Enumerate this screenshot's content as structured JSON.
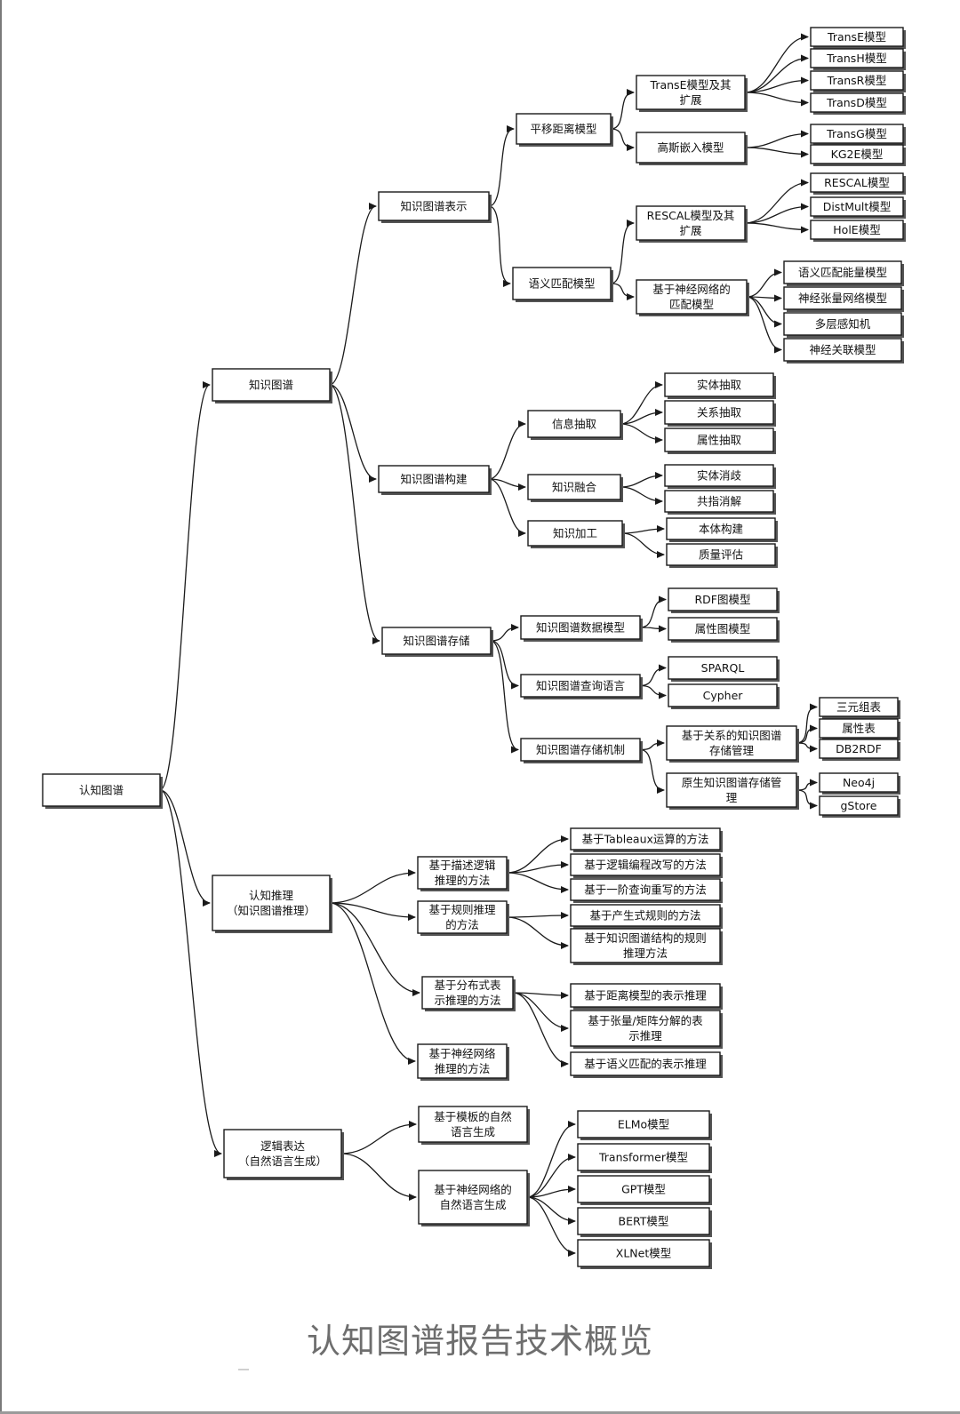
{
  "caption": "认知图谱报告技术概览",
  "nodes": {
    "root": {
      "lines": [
        "认知图谱"
      ]
    },
    "kg": {
      "lines": [
        "知识图谱"
      ]
    },
    "kg_rep": {
      "lines": [
        "知识图谱表示"
      ]
    },
    "translational": {
      "lines": [
        "平移距离模型"
      ]
    },
    "transe_ext": {
      "lines": [
        "TransE模型及其",
        "扩展"
      ]
    },
    "transe": {
      "lines": [
        "TransE模型"
      ]
    },
    "transh": {
      "lines": [
        "TransH模型"
      ]
    },
    "transr": {
      "lines": [
        "TransR模型"
      ]
    },
    "transd": {
      "lines": [
        "TransD模型"
      ]
    },
    "gaussian": {
      "lines": [
        "高斯嵌入模型"
      ]
    },
    "transg": {
      "lines": [
        "TransG模型"
      ]
    },
    "kg2e": {
      "lines": [
        "KG2E模型"
      ]
    },
    "semantic": {
      "lines": [
        "语义匹配模型"
      ]
    },
    "rescal_ext": {
      "lines": [
        "RESCAL模型及其",
        "扩展"
      ]
    },
    "rescal": {
      "lines": [
        "RESCAL模型"
      ]
    },
    "distmult": {
      "lines": [
        "DistMult模型"
      ]
    },
    "hole": {
      "lines": [
        "HolE模型"
      ]
    },
    "nn_match": {
      "lines": [
        "基于神经网络的",
        "匹配模型"
      ]
    },
    "sme": {
      "lines": [
        "语义匹配能量模型"
      ]
    },
    "ntn": {
      "lines": [
        "神经张量网络模型"
      ]
    },
    "mlp": {
      "lines": [
        "多层感知机"
      ]
    },
    "nam": {
      "lines": [
        "神经关联模型"
      ]
    },
    "kg_build": {
      "lines": [
        "知识图谱构建"
      ]
    },
    "extract": {
      "lines": [
        "信息抽取"
      ]
    },
    "entity_ex": {
      "lines": [
        "实体抽取"
      ]
    },
    "rel_ex": {
      "lines": [
        "关系抽取"
      ]
    },
    "attr_ex": {
      "lines": [
        "属性抽取"
      ]
    },
    "fusion": {
      "lines": [
        "知识融合"
      ]
    },
    "disamb": {
      "lines": [
        "实体消歧"
      ]
    },
    "coref": {
      "lines": [
        "共指消解"
      ]
    },
    "process": {
      "lines": [
        "知识加工"
      ]
    },
    "ontology": {
      "lines": [
        "本体构建"
      ]
    },
    "quality": {
      "lines": [
        "质量评估"
      ]
    },
    "kg_store": {
      "lines": [
        "知识图谱存储"
      ]
    },
    "data_model": {
      "lines": [
        "知识图谱数据模型"
      ]
    },
    "rdf_model": {
      "lines": [
        "RDF图模型"
      ]
    },
    "prop_model": {
      "lines": [
        "属性图模型"
      ]
    },
    "query_lang": {
      "lines": [
        "知识图谱查询语言"
      ]
    },
    "sparql": {
      "lines": [
        "SPARQL"
      ]
    },
    "cypher": {
      "lines": [
        "Cypher"
      ]
    },
    "store_mech": {
      "lines": [
        "知识图谱存储机制"
      ]
    },
    "rel_store": {
      "lines": [
        "基于关系的知识图谱",
        "存储管理"
      ]
    },
    "triple": {
      "lines": [
        "三元组表"
      ]
    },
    "prop_table": {
      "lines": [
        "属性表"
      ]
    },
    "db2rdf": {
      "lines": [
        "DB2RDF"
      ]
    },
    "native_store": {
      "lines": [
        "原生知识图谱存储管",
        "理"
      ]
    },
    "neo4j": {
      "lines": [
        "Neo4j"
      ]
    },
    "gstore": {
      "lines": [
        "gStore"
      ]
    },
    "reasoning": {
      "lines": [
        "认知推理",
        "（知识图谱推理）"
      ]
    },
    "dl": {
      "lines": [
        "基于描述逻辑",
        "推理的方法"
      ]
    },
    "tableaux": {
      "lines": [
        "基于Tableaux运算的方法"
      ]
    },
    "logic_prog": {
      "lines": [
        "基于逻辑编程改写的方法"
      ]
    },
    "fo_query": {
      "lines": [
        "基于一阶查询重写的方法"
      ]
    },
    "rule": {
      "lines": [
        "基于规则推理",
        "的方法"
      ]
    },
    "production": {
      "lines": [
        "基于产生式规则的方法"
      ]
    },
    "kg_struct": {
      "lines": [
        "基于知识图谱结构的规则",
        "推理方法"
      ]
    },
    "distributed": {
      "lines": [
        "基于分布式表",
        "示推理的方法"
      ]
    },
    "dist_model": {
      "lines": [
        "基于距离模型的表示推理"
      ]
    },
    "tensor": {
      "lines": [
        "基于张量/矩阵分解的表",
        "示推理"
      ]
    },
    "sem_match": {
      "lines": [
        "基于语义匹配的表示推理"
      ]
    },
    "nn_reason": {
      "lines": [
        "基于神经网络",
        "推理的方法"
      ]
    },
    "logic_expr": {
      "lines": [
        "逻辑表达",
        "（自然语言生成）"
      ]
    },
    "template": {
      "lines": [
        "基于模板的自然",
        "语言生成"
      ]
    },
    "nn_nlg": {
      "lines": [
        "基于神经网络的",
        "自然语言生成"
      ]
    },
    "elmo": {
      "lines": [
        "ELMo模型"
      ]
    },
    "transformer": {
      "lines": [
        "Transformer模型"
      ]
    },
    "gpt": {
      "lines": [
        "GPT模型"
      ]
    },
    "bert": {
      "lines": [
        "BERT模型"
      ]
    },
    "xlnet": {
      "lines": [
        "XLNet模型"
      ]
    }
  },
  "edges": [
    [
      "root",
      "kg"
    ],
    [
      "root",
      "reasoning"
    ],
    [
      "root",
      "logic_expr"
    ],
    [
      "kg",
      "kg_rep"
    ],
    [
      "kg",
      "kg_build"
    ],
    [
      "kg",
      "kg_store"
    ],
    [
      "kg_rep",
      "translational"
    ],
    [
      "kg_rep",
      "semantic"
    ],
    [
      "translational",
      "transe_ext"
    ],
    [
      "translational",
      "gaussian"
    ],
    [
      "transe_ext",
      "transe"
    ],
    [
      "transe_ext",
      "transh"
    ],
    [
      "transe_ext",
      "transr"
    ],
    [
      "transe_ext",
      "transd"
    ],
    [
      "gaussian",
      "transg"
    ],
    [
      "gaussian",
      "kg2e"
    ],
    [
      "semantic",
      "rescal_ext"
    ],
    [
      "semantic",
      "nn_match"
    ],
    [
      "rescal_ext",
      "rescal"
    ],
    [
      "rescal_ext",
      "distmult"
    ],
    [
      "rescal_ext",
      "hole"
    ],
    [
      "nn_match",
      "sme"
    ],
    [
      "nn_match",
      "ntn"
    ],
    [
      "nn_match",
      "mlp"
    ],
    [
      "nn_match",
      "nam"
    ],
    [
      "kg_build",
      "extract"
    ],
    [
      "kg_build",
      "fusion"
    ],
    [
      "kg_build",
      "process"
    ],
    [
      "extract",
      "entity_ex"
    ],
    [
      "extract",
      "rel_ex"
    ],
    [
      "extract",
      "attr_ex"
    ],
    [
      "fusion",
      "disamb"
    ],
    [
      "fusion",
      "coref"
    ],
    [
      "process",
      "ontology"
    ],
    [
      "process",
      "quality"
    ],
    [
      "kg_store",
      "data_model"
    ],
    [
      "kg_store",
      "query_lang"
    ],
    [
      "kg_store",
      "store_mech"
    ],
    [
      "data_model",
      "rdf_model"
    ],
    [
      "data_model",
      "prop_model"
    ],
    [
      "query_lang",
      "sparql"
    ],
    [
      "query_lang",
      "cypher"
    ],
    [
      "store_mech",
      "rel_store"
    ],
    [
      "store_mech",
      "native_store"
    ],
    [
      "rel_store",
      "triple"
    ],
    [
      "rel_store",
      "prop_table"
    ],
    [
      "rel_store",
      "db2rdf"
    ],
    [
      "native_store",
      "neo4j"
    ],
    [
      "native_store",
      "gstore"
    ],
    [
      "reasoning",
      "dl"
    ],
    [
      "reasoning",
      "rule"
    ],
    [
      "reasoning",
      "distributed"
    ],
    [
      "reasoning",
      "nn_reason"
    ],
    [
      "dl",
      "tableaux"
    ],
    [
      "dl",
      "logic_prog"
    ],
    [
      "dl",
      "fo_query"
    ],
    [
      "rule",
      "production"
    ],
    [
      "rule",
      "kg_struct"
    ],
    [
      "distributed",
      "dist_model"
    ],
    [
      "distributed",
      "tensor"
    ],
    [
      "distributed",
      "sem_match"
    ],
    [
      "logic_expr",
      "template"
    ],
    [
      "logic_expr",
      "nn_nlg"
    ],
    [
      "nn_nlg",
      "elmo"
    ],
    [
      "nn_nlg",
      "transformer"
    ],
    [
      "nn_nlg",
      "gpt"
    ],
    [
      "nn_nlg",
      "bert"
    ],
    [
      "nn_nlg",
      "xlnet"
    ]
  ]
}
